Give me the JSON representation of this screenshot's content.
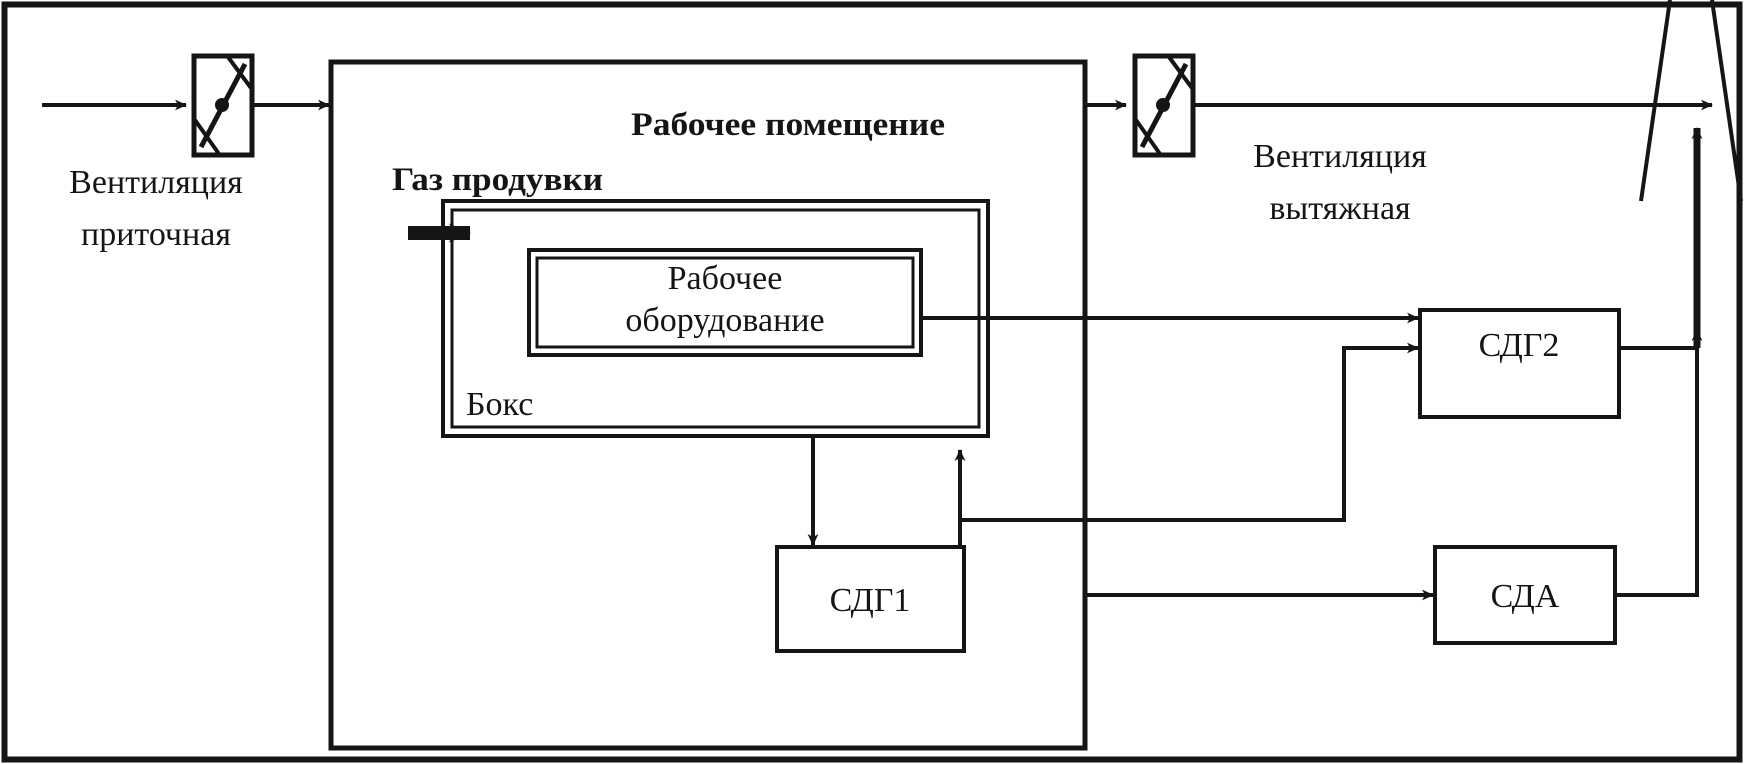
{
  "diagram": {
    "title_visible": false,
    "colors": {
      "stroke": "#151515",
      "background": "#ffffff",
      "text": "#151515"
    },
    "labels": {
      "room_title": "Рабочее помещение",
      "purge_gas": "Газ продувки",
      "box": "Бокс",
      "equipment_line1": "Рабочее",
      "equipment_line2": "оборудование",
      "supply_vent_line1": "Вентиляция",
      "supply_vent_line2": "приточная",
      "exhaust_vent_line1": "Вентиляция",
      "exhaust_vent_line2": "вытяжная",
      "sdg1": "СДГ1",
      "sdg2": "СДГ2",
      "sda": "СДА"
    },
    "nodes": [
      {
        "id": "room",
        "label": "Рабочее помещение",
        "kind": "enclosure"
      },
      {
        "id": "box",
        "label": "Бокс",
        "kind": "double-enclosure"
      },
      {
        "id": "equipment",
        "label": "Рабочее оборудование",
        "kind": "double-box"
      },
      {
        "id": "sdg1",
        "label": "СДГ1",
        "kind": "box"
      },
      {
        "id": "sdg2",
        "label": "СДГ2",
        "kind": "box"
      },
      {
        "id": "sda",
        "label": "СДА",
        "kind": "box"
      },
      {
        "id": "supply-damper",
        "label": "Вентиляция приточная",
        "kind": "damper"
      },
      {
        "id": "exhaust-damper",
        "label": "Вентиляция вытяжная",
        "kind": "damper"
      },
      {
        "id": "stack",
        "label": "",
        "kind": "chimney"
      }
    ],
    "flows": [
      {
        "from": "supply-air",
        "to": "supply-damper",
        "style": "thin-arrow"
      },
      {
        "from": "supply-damper",
        "to": "room",
        "style": "thin-arrow"
      },
      {
        "from": "purge-gas",
        "to": "box",
        "style": "thick-arrow"
      },
      {
        "from": "room",
        "to": "exhaust-damper",
        "style": "thin-arrow"
      },
      {
        "from": "exhaust-damper",
        "to": "stack",
        "style": "thin-arrow"
      },
      {
        "from": "equipment",
        "to": "sdg2",
        "style": "thin-arrow"
      },
      {
        "from": "box",
        "to": "sdg1",
        "style": "thin-arrow"
      },
      {
        "from": "sdg1",
        "to": "box",
        "style": "thin-arrow"
      },
      {
        "from": "sdg1",
        "to": "sdg2",
        "style": "thin-arrow"
      },
      {
        "from": "room",
        "to": "sda",
        "style": "thin-arrow"
      },
      {
        "from": "sdg2",
        "to": "stack",
        "style": "thin-arrow"
      },
      {
        "from": "sda",
        "to": "stack",
        "style": "thin-arrow"
      }
    ]
  }
}
